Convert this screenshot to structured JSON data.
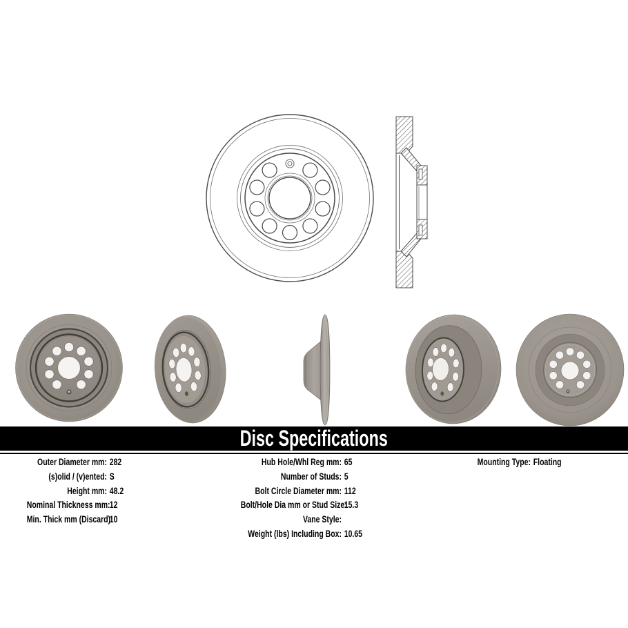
{
  "header": {
    "title": "Disc Specifications"
  },
  "specs": {
    "col1": [
      {
        "label": "Outer Diameter mm:",
        "value": "282"
      },
      {
        "label": "(s)olid / (v)ented:",
        "value": "S"
      },
      {
        "label": "Height mm:",
        "value": "48.2"
      },
      {
        "label": "Nominal Thickness mm:",
        "value": "12"
      },
      {
        "label": "Min. Thick mm (Discard):",
        "value": "10"
      }
    ],
    "col2": [
      {
        "label": "Hub Hole/Whl Reg mm:",
        "value": "65"
      },
      {
        "label": "Number of Studs:",
        "value": "5"
      },
      {
        "label": "Bolt Circle Diameter mm:",
        "value": "112"
      },
      {
        "label": "Bolt/Hole Dia mm or Stud Size:",
        "value": "15.3"
      },
      {
        "label": "Vane Style:",
        "value": ""
      },
      {
        "label": "Weight (lbs) Including Box:",
        "value": "10.65"
      }
    ],
    "col3": [
      {
        "label": "Mounting Type:",
        "value": "Floating"
      }
    ]
  },
  "figures": {
    "front_drawing": "front-view-line-drawing",
    "cross_section_drawing": "cross-section-line-drawing",
    "photos": [
      "rotor-front-angled",
      "rotor-three-quarter-left",
      "rotor-edge-profile",
      "rotor-three-quarter-right",
      "rotor-front"
    ]
  },
  "colors": {
    "background": "#ffffff",
    "spec_bar_bg": "#000000",
    "spec_bar_text": "#ffffff",
    "spec_text": "#000000",
    "drawing_line": "#4a4a4a",
    "rotor_gray": "#9a948c"
  }
}
